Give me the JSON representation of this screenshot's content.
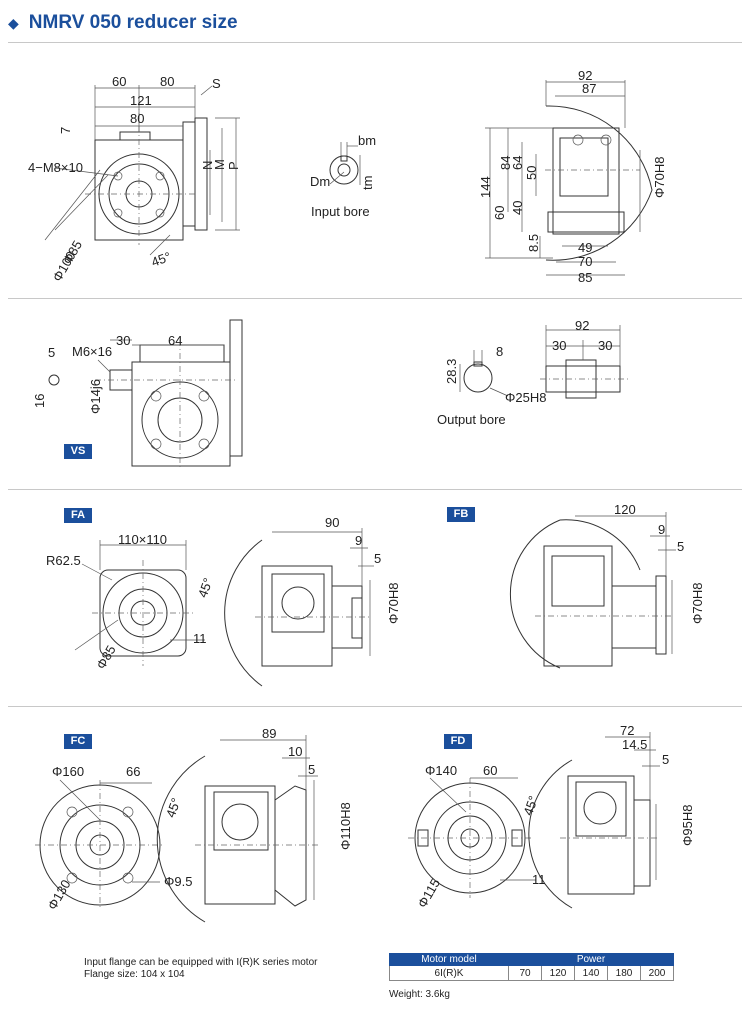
{
  "header": {
    "title": "NMRV 050 reducer size",
    "marker": "◆"
  },
  "section1": {
    "dims": {
      "d60": "60",
      "d80": "80",
      "d121": "121",
      "d80b": "80",
      "s": "S",
      "d7": "7",
      "bolt": "4−M8×10",
      "n": "N",
      "m": "M",
      "p": "P",
      "phi85": "Φ85",
      "phi100": "Φ100",
      "a45": "45°"
    },
    "input_bore": {
      "label": "Input bore",
      "bm": "bm",
      "dm": "Dm",
      "tm": "tm"
    },
    "side": {
      "d92": "92",
      "d87": "87",
      "d144": "144",
      "d84": "84",
      "d64": "64",
      "d50": "50",
      "d40": "40",
      "d60": "60",
      "d85b": "8.5",
      "d49": "49",
      "d70": "70",
      "d85": "85",
      "phi70": "Φ70H8"
    }
  },
  "section2": {
    "tag": "VS",
    "dims": {
      "d5": "5",
      "m6": "M6×16",
      "d30": "30",
      "d64": "64",
      "d16": "16",
      "phi14": "Φ14j6"
    },
    "output_bore": {
      "label": "Output bore",
      "d8": "8",
      "d283": "28.3",
      "phi25": "Φ25H8",
      "d92": "92",
      "d30a": "30",
      "d30b": "30"
    }
  },
  "section3": {
    "fa": {
      "tag": "FA",
      "sq": "110×110",
      "r": "R62.5",
      "a45": "45°",
      "d11": "11",
      "phi85": "Φ85",
      "d90": "90",
      "d9": "9",
      "d5": "5",
      "phi70": "Φ70H8"
    },
    "fb": {
      "tag": "FB",
      "d120": "120",
      "d9": "9",
      "d5": "5",
      "phi70": "Φ70H8"
    }
  },
  "section4": {
    "fc": {
      "tag": "FC",
      "phi160": "Φ160",
      "d66": "66",
      "a45": "45°",
      "phi95": "Φ9.5",
      "phi130": "Φ130",
      "d89": "89",
      "d10": "10",
      "d5": "5",
      "phi110": "Φ110H8"
    },
    "fd": {
      "tag": "FD",
      "phi140": "Φ140",
      "d60": "60",
      "a45": "45°",
      "d11": "11",
      "phi115": "Φ115",
      "d72": "72",
      "d145": "14.5",
      "d5": "5",
      "phi95": "Φ95H8"
    }
  },
  "footer": {
    "note1": "Input flange can be equipped with I(R)K series motor",
    "note2": "Flange size: 104 x 104",
    "table": {
      "h_model": "Motor model",
      "h_power": "Power",
      "model": "6I(R)K",
      "powers": [
        "70",
        "120",
        "140",
        "180",
        "200"
      ]
    },
    "weight": "Weight: 3.6kg"
  }
}
